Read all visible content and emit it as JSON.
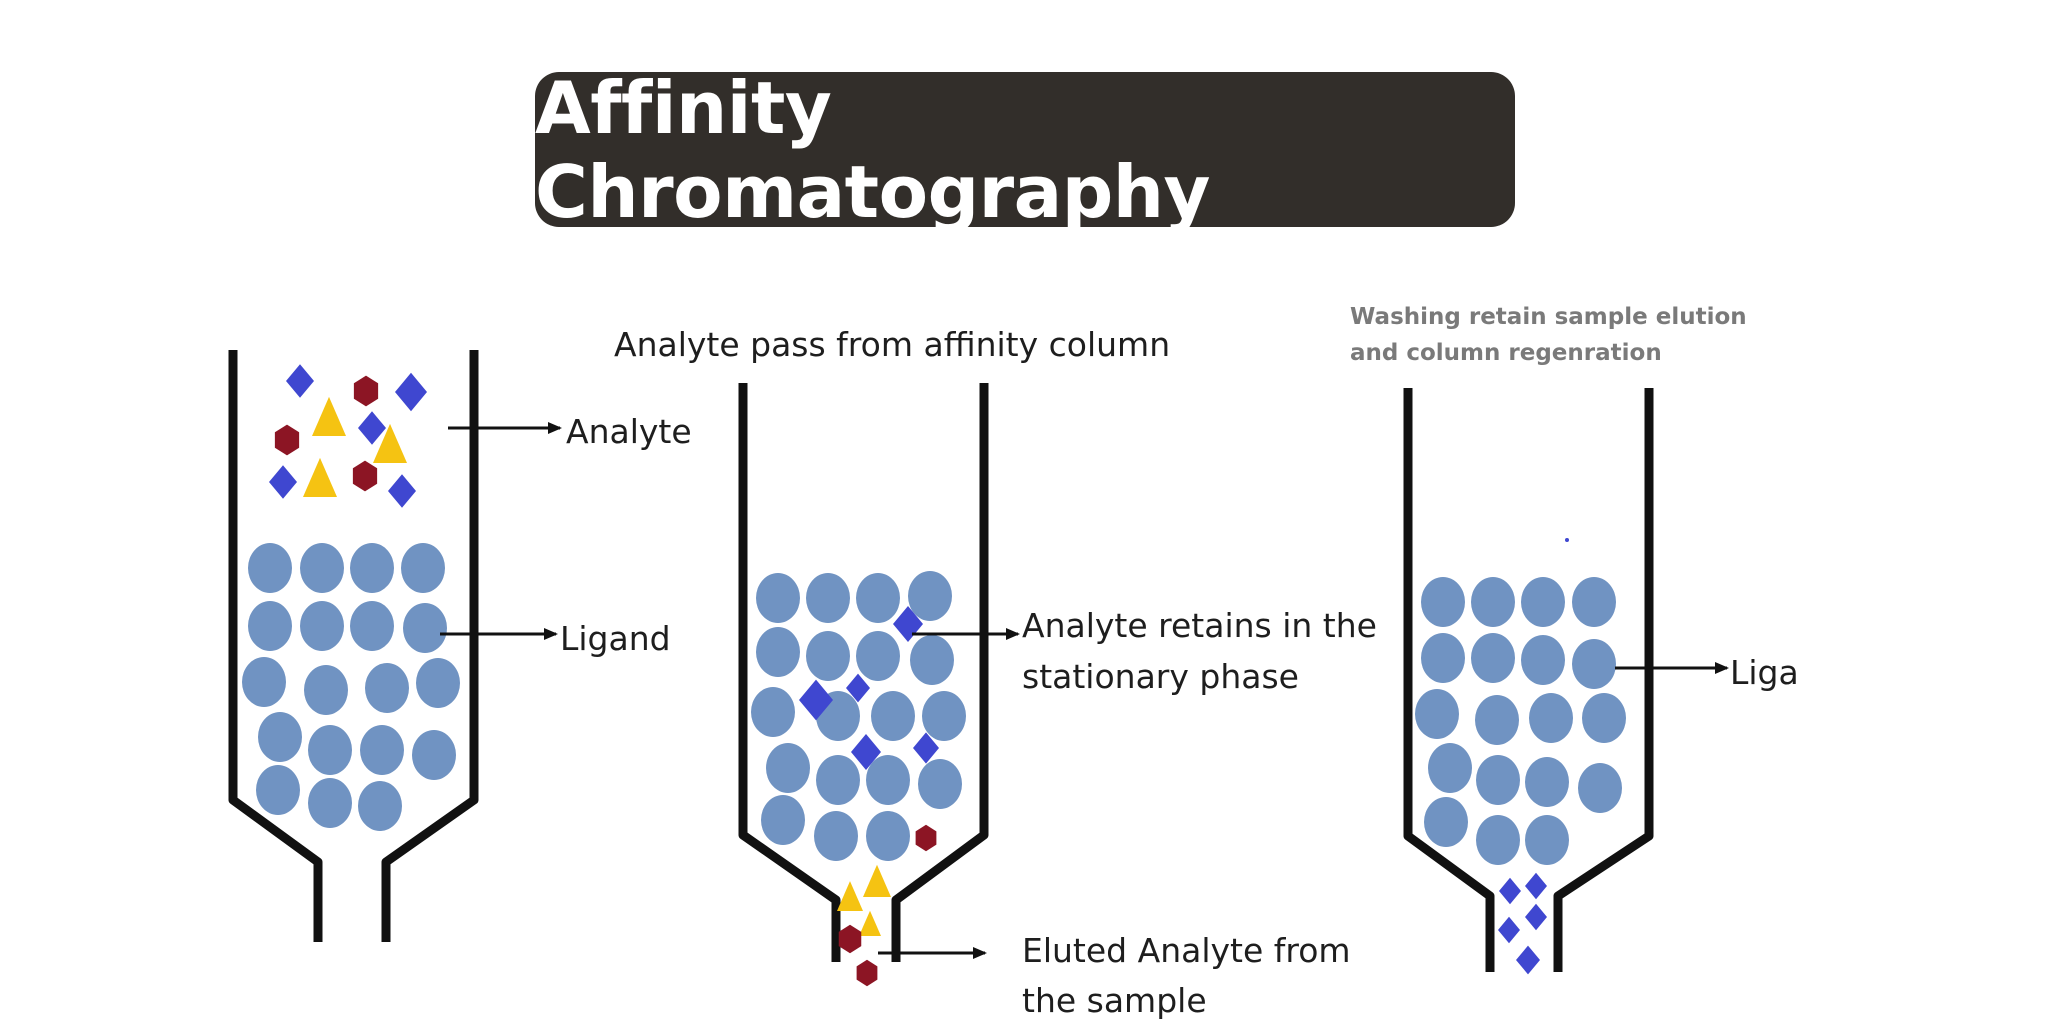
{
  "title": "Affinity Chromatography",
  "column1": {
    "analyte_label": "Analyte",
    "ligand_label": "Ligand"
  },
  "column2": {
    "heading": "Analyte pass from affinity column",
    "retain_label_line1": "Analyte retains in the",
    "retain_label_line2": "stationary phase",
    "eluted_label_line1": "Eluted Analyte from",
    "eluted_label_line2": "the sample"
  },
  "column3": {
    "heading_line1": "Washing retain sample elution",
    "heading_line2": "and column regenration",
    "ligand_label": "Liga"
  },
  "colors": {
    "bead": "#7093c2",
    "diamond": "#3f47d0",
    "hexagon": "#8c1524",
    "triangle": "#f5c312",
    "title_bg": "#322e2a"
  }
}
